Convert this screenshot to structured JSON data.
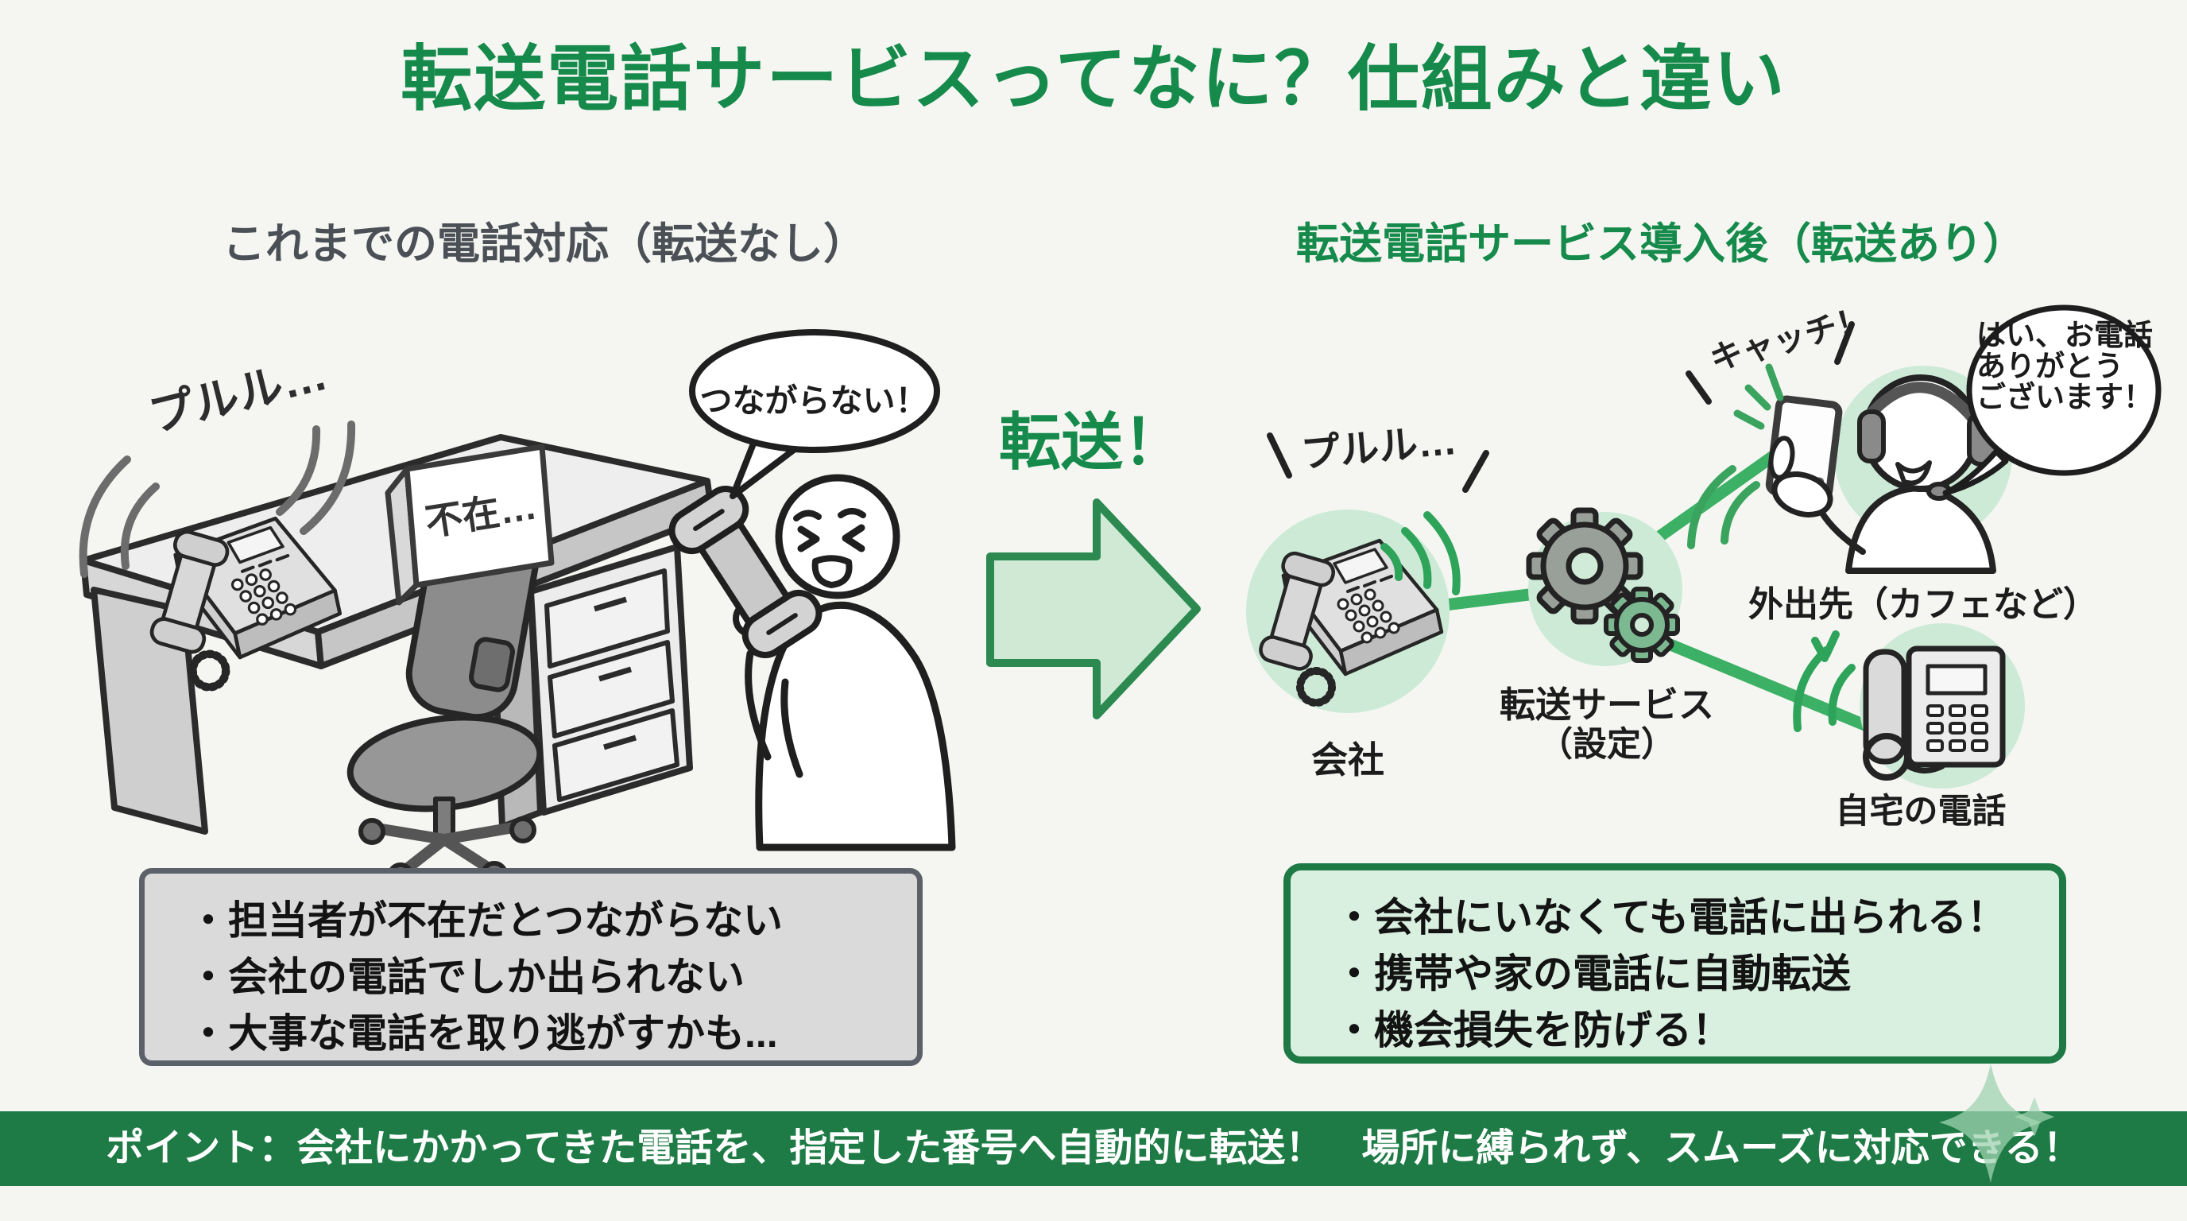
{
  "title": "転送電話サービスってなに？仕組みと違い",
  "colors": {
    "accent_green": "#158a4b",
    "footer_bar_green": "#1e7b45",
    "highlight_circle_green": "#cdead7",
    "connection_line_green": "#3cb064",
    "benefit_box_fill": "#d9efe0",
    "benefit_box_border": "#1d7a45",
    "problem_box_fill": "#dadada",
    "problem_box_border": "#5c6169",
    "heading_gray": "#4b5056"
  },
  "before": {
    "heading": "これまでの電話対応（転送なし）",
    "phone_ring_sfx": "プルル…",
    "absent_sign": "不在…",
    "caller_bubble": "つながらない！",
    "problem_box": {
      "items": [
        "・担当者が不在だとつながらない",
        "・会社の電話でしか出られない",
        "・大事な電話を取り逃がすかも..."
      ]
    }
  },
  "center": {
    "forward_label": "転送！"
  },
  "after": {
    "heading": "転送電話サービス導入後（転送あり）",
    "phone_ring_sfx": "プルル…",
    "company_label": "会社",
    "service_label": [
      "転送サービス",
      "（設定）"
    ],
    "catch_sfx": "キャッチ！",
    "operator_bubble": [
      "はい、お電話",
      "ありがとう",
      "ございます！"
    ],
    "mobile_location_label": "外出先（カフェなど）",
    "home_phone_label": "自宅の電話",
    "benefit_box": {
      "items": [
        "・会社にいなくても電話に出られる！",
        "・携帯や家の電話に自動転送",
        "・機会損失を防げる！"
      ]
    }
  },
  "footer": {
    "point_text": "ポイント：会社にかかってきた電話を、指定した番号へ自動的に転送！　場所に縛られず、スムーズに対応できる！"
  }
}
